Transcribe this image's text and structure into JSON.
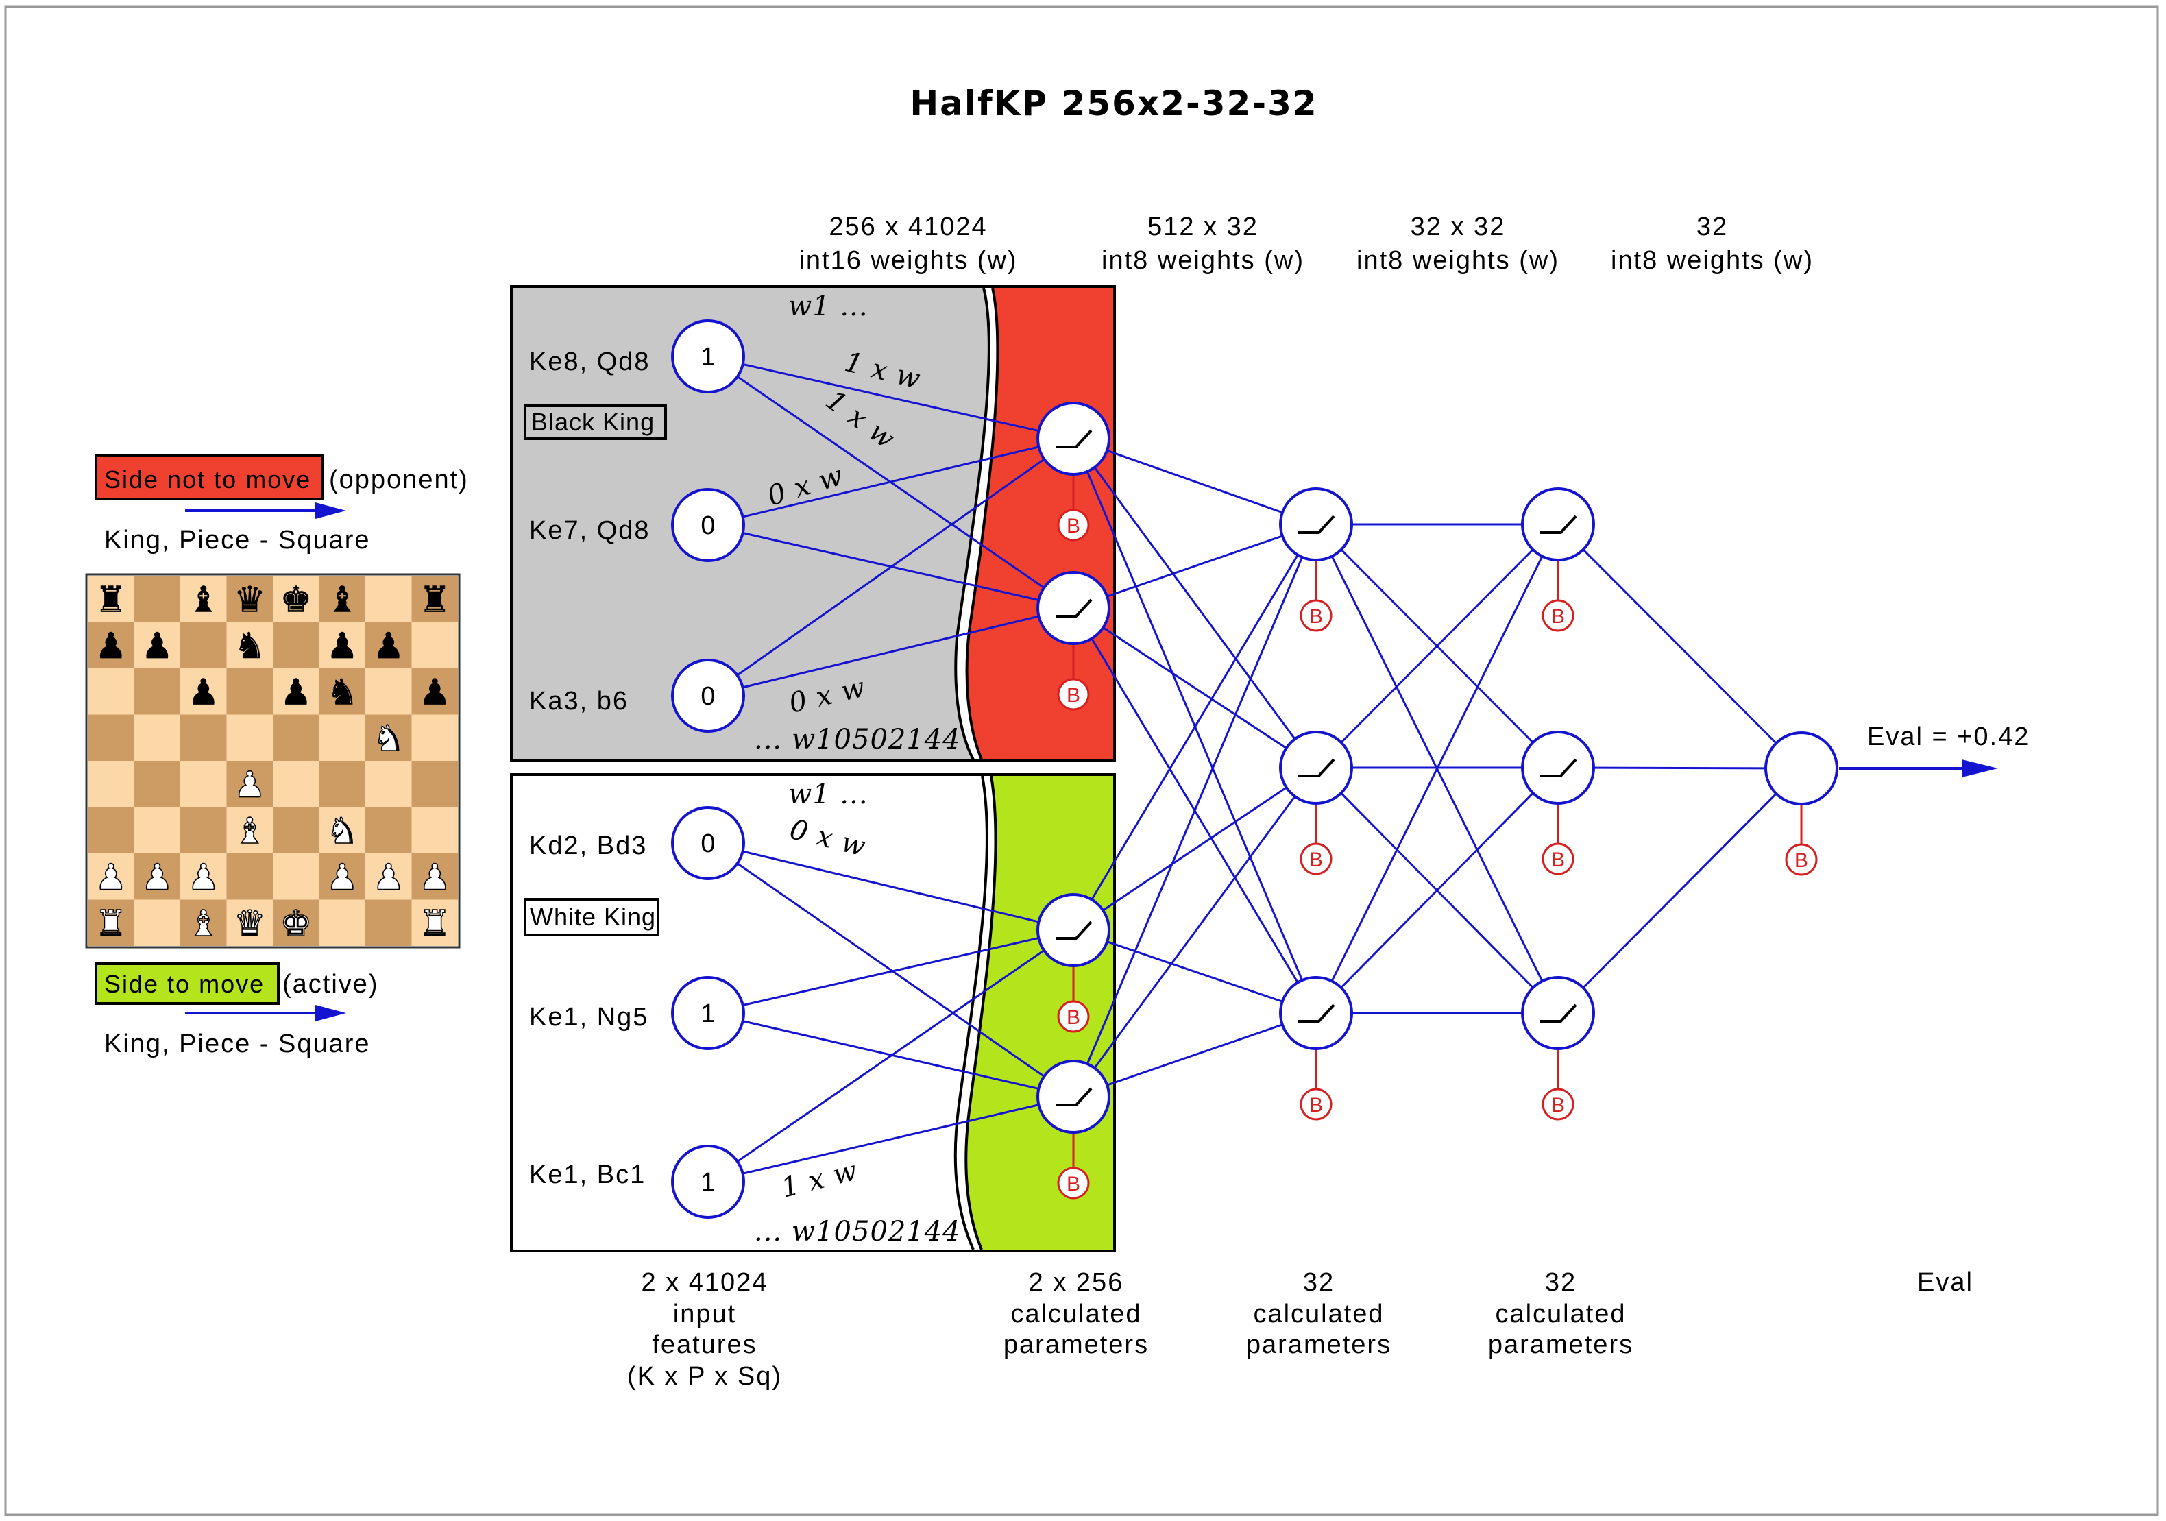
{
  "title": "HalfKP 256x2-32-32",
  "layers": {
    "l1": {
      "dim": "256 x 41024",
      "weights": "int16 weights (w)"
    },
    "l2": {
      "dim": "512 x 32",
      "weights": "int8 weights (w)"
    },
    "l3": {
      "dim": "32 x 32",
      "weights": "int8 weights (w)"
    },
    "l4": {
      "dim": "32",
      "weights": "int8 weights (w)"
    }
  },
  "black_panel": {
    "label": "Black King",
    "w_start": "w1 ...",
    "w_end": "... w10502144",
    "features": [
      {
        "name": "Ke8, Qd8",
        "value": "1"
      },
      {
        "name": "Ke7, Qd8",
        "value": "0"
      },
      {
        "name": "Ka3, b6",
        "value": "0"
      }
    ],
    "weight_labels": [
      "1 x w",
      "1 x w",
      "0 x w",
      "0 x w"
    ]
  },
  "white_panel": {
    "label": "White King",
    "w_start": "w1 ...",
    "w_end": "... w10502144",
    "features": [
      {
        "name": "Kd2, Bd3",
        "value": "0"
      },
      {
        "name": "Ke1, Ng5",
        "value": "1"
      },
      {
        "name": "Ke1, Bc1",
        "value": "1"
      }
    ],
    "weight_labels": [
      "0 x w",
      "1 x w"
    ]
  },
  "legend": {
    "opponent_tag": "Side not to move",
    "opponent_suffix": "(opponent)",
    "opponent_caption": "King, Piece - Square",
    "active_tag": "Side to move",
    "active_suffix": "(active)",
    "active_caption": "King, Piece - Square"
  },
  "bias_label": "B",
  "output": {
    "eval": "Eval = +0.42"
  },
  "bottom_labels": {
    "inputs": [
      "2 x 41024",
      "input",
      "features",
      "(K x P x Sq)"
    ],
    "accumulator": [
      "2 x 256",
      "calculated",
      "parameters"
    ],
    "hidden1": [
      "32",
      "calculated",
      "parameters"
    ],
    "hidden2": [
      "32",
      "calculated",
      "parameters"
    ],
    "eval": [
      "Eval"
    ]
  },
  "board": {
    "rows": [
      [
        "r",
        "",
        "b",
        "q",
        "k",
        "b",
        "",
        "r"
      ],
      [
        "p",
        "p",
        "",
        "n",
        "",
        "p",
        "p",
        ""
      ],
      [
        "",
        "",
        "p",
        "",
        "p",
        "n",
        "",
        "p"
      ],
      [
        "",
        "",
        "",
        "",
        "",
        "",
        "N",
        ""
      ],
      [
        "",
        "",
        "",
        "P",
        "",
        "",
        "",
        ""
      ],
      [
        "",
        "",
        "",
        "B",
        "",
        "N",
        "",
        ""
      ],
      [
        "P",
        "P",
        "P",
        "",
        "",
        "P",
        "P",
        "P"
      ],
      [
        "R",
        "",
        "B",
        "Q",
        "K",
        "",
        "",
        "R"
      ]
    ]
  },
  "colors": {
    "wire": "#1414d0",
    "bias": "#d42020",
    "accumulator_black": "#f04030",
    "accumulator_white": "#b4e41c",
    "panel_black": "#c8c8c8",
    "board_light": "#fcd8a8",
    "board_dark": "#cc9c64"
  }
}
